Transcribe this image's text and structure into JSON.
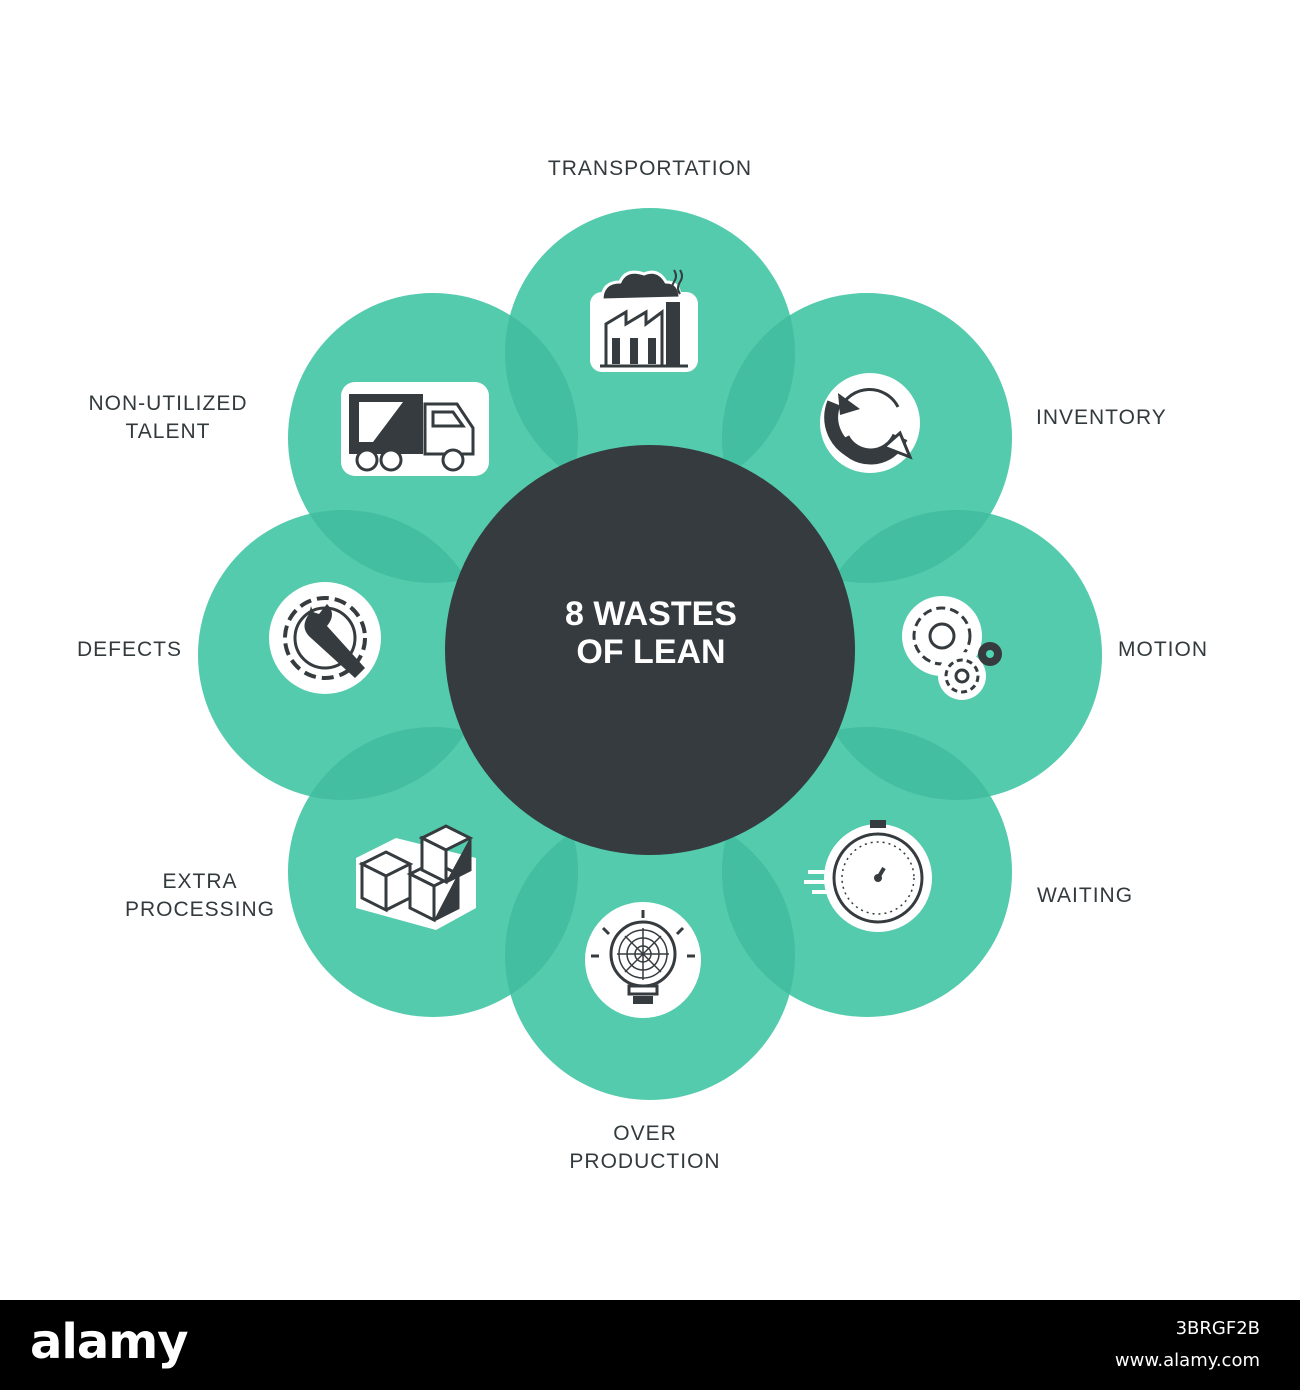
{
  "center": {
    "line1": "8 WASTES",
    "line2": "OF LEAN"
  },
  "petals": [
    {
      "id": "transportation",
      "lines": [
        "TRANSPORTATION"
      ],
      "icon": "factory-icon"
    },
    {
      "id": "inventory",
      "lines": [
        "INVENTORY"
      ],
      "icon": "refresh-icon"
    },
    {
      "id": "motion",
      "lines": [
        "MOTION"
      ],
      "icon": "gears-icon"
    },
    {
      "id": "waiting",
      "lines": [
        "WAITING"
      ],
      "icon": "stopwatch-icon"
    },
    {
      "id": "over-production",
      "lines": [
        "OVER",
        "PRODUCTION"
      ],
      "icon": "lightbulb-cobweb-icon"
    },
    {
      "id": "extra-processing",
      "lines": [
        "EXTRA",
        "PROCESSING"
      ],
      "icon": "boxes-icon"
    },
    {
      "id": "defects",
      "lines": [
        "DEFECTS"
      ],
      "icon": "gear-wrench-icon"
    },
    {
      "id": "non-utilized-talent",
      "lines": [
        "NON-UTILIZED",
        "TALENT"
      ],
      "icon": "truck-icon"
    }
  ],
  "colors": {
    "petal": "#4fd5b3",
    "center": "#353b3e",
    "text": "#333a3d",
    "footer": "#000000"
  },
  "footer": {
    "logo": "alamy",
    "image_id": "3BRGF2B",
    "url": "www.alamy.com"
  }
}
